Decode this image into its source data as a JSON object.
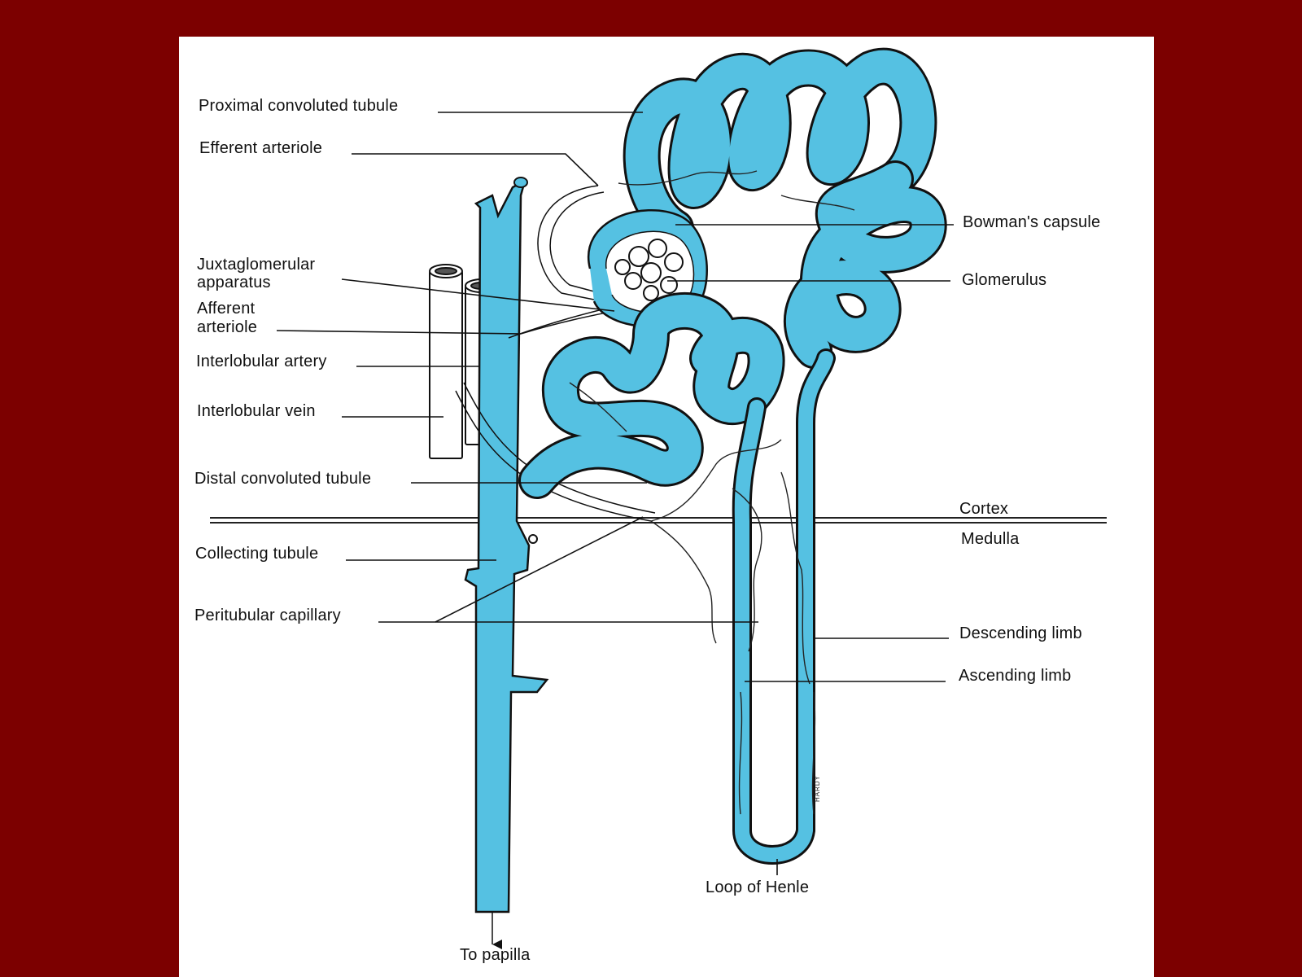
{
  "colors": {
    "background": "#7c0000",
    "panel": "#ffffff",
    "tubule": "#55c1e2",
    "outline": "#111111",
    "vessel": "#ffffff"
  },
  "labels": {
    "proximal_convoluted_tubule": "Proximal convoluted tubule",
    "efferent_arteriole": "Efferent arteriole",
    "bowmans_capsule": "Bowman's capsule",
    "juxtaglomerular_apparatus_line1": "Juxtaglomerular",
    "juxtaglomerular_apparatus_line2": "apparatus",
    "glomerulus": "Glomerulus",
    "afferent_arteriole_line1": "Afferent",
    "afferent_arteriole_line2": "arteriole",
    "interlobular_artery": "Interlobular artery",
    "interlobular_vein": "Interlobular vein",
    "distal_convoluted_tubule": "Distal convoluted tubule",
    "cortex": "Cortex",
    "medulla": "Medulla",
    "collecting_tubule": "Collecting tubule",
    "peritubular_capillary": "Peritubular capillary",
    "descending_limb": "Descending limb",
    "ascending_limb": "Ascending limb",
    "loop_of_henle": "Loop of Henle",
    "to_papilla": "To papilla"
  },
  "signature": "HARDY"
}
